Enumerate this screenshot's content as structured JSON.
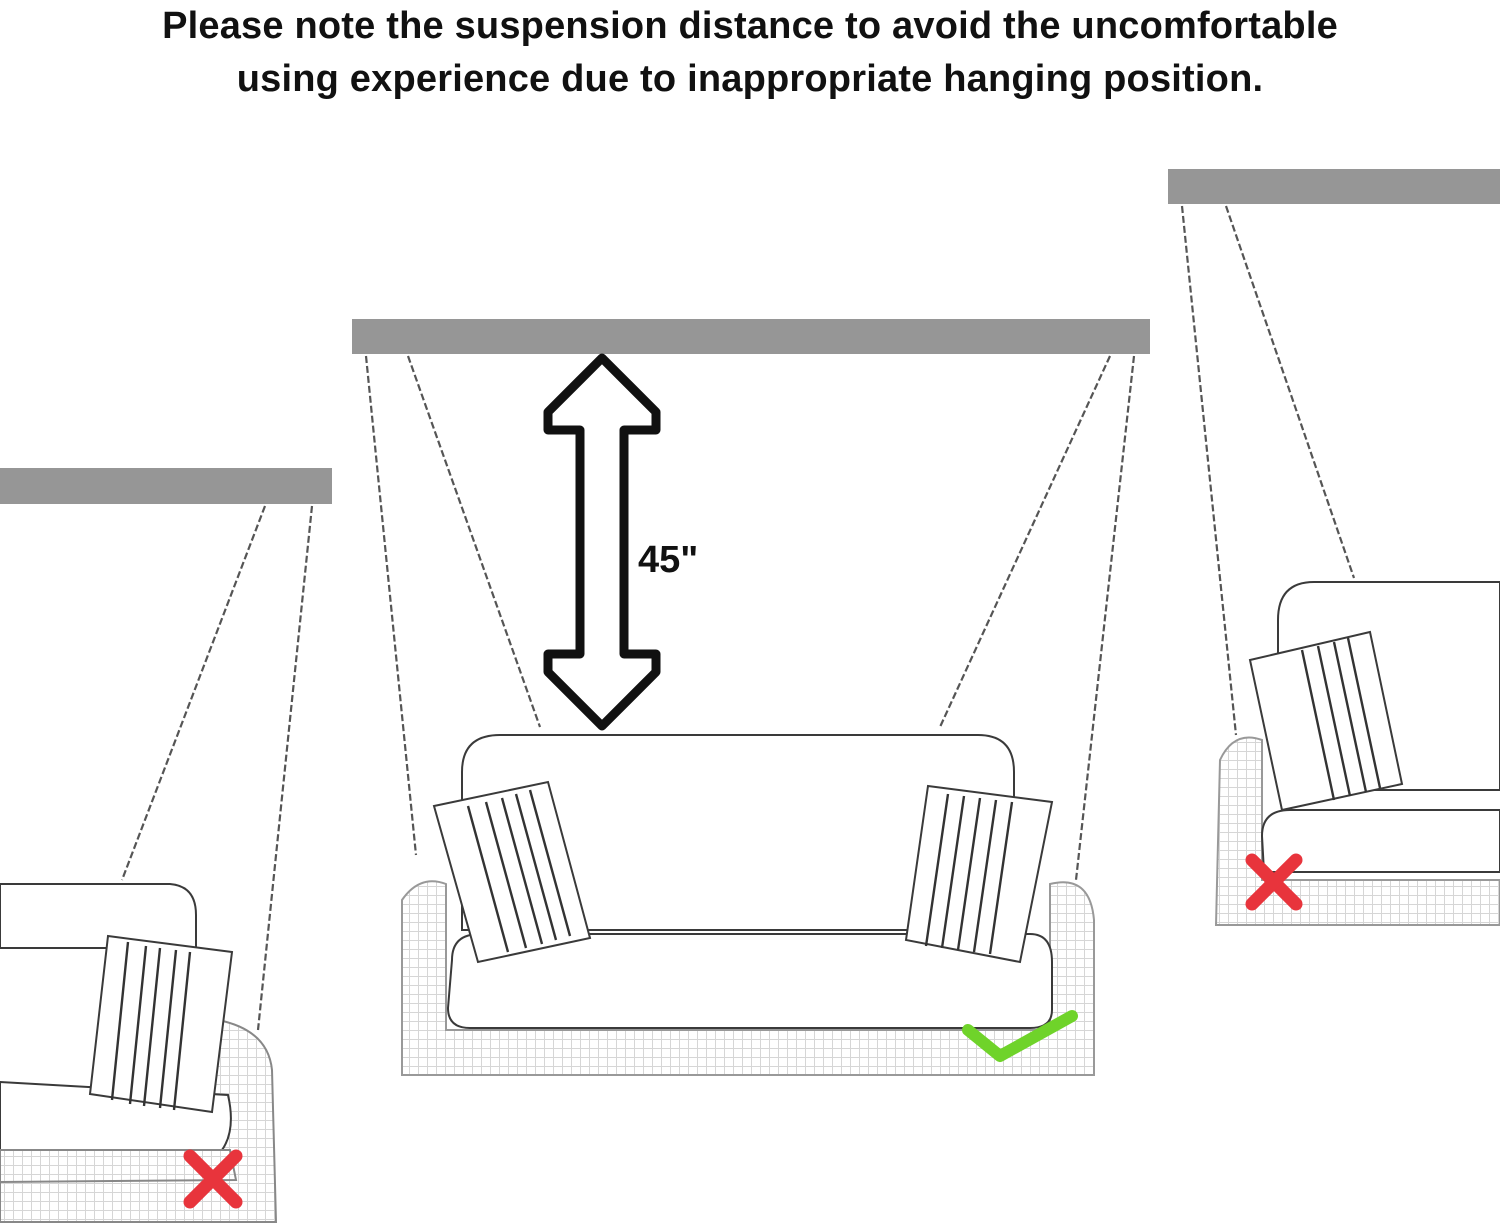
{
  "title": {
    "line1": "Please note the suspension distance to avoid the uncomfortable",
    "line2": "using experience due to inappropriate hanging position."
  },
  "dimension": {
    "label": "45\""
  },
  "panels": [
    {
      "position": "left",
      "status": "wrong",
      "icon": "red-x-icon"
    },
    {
      "position": "center",
      "status": "correct",
      "icon": "green-check-icon"
    },
    {
      "position": "right",
      "status": "wrong",
      "icon": "red-x-icon"
    }
  ],
  "colors": {
    "beam": "#969696",
    "wrong_mark": "#e8343c",
    "correct_mark": "#6fd32a",
    "line_art": "#3a3a3a"
  }
}
